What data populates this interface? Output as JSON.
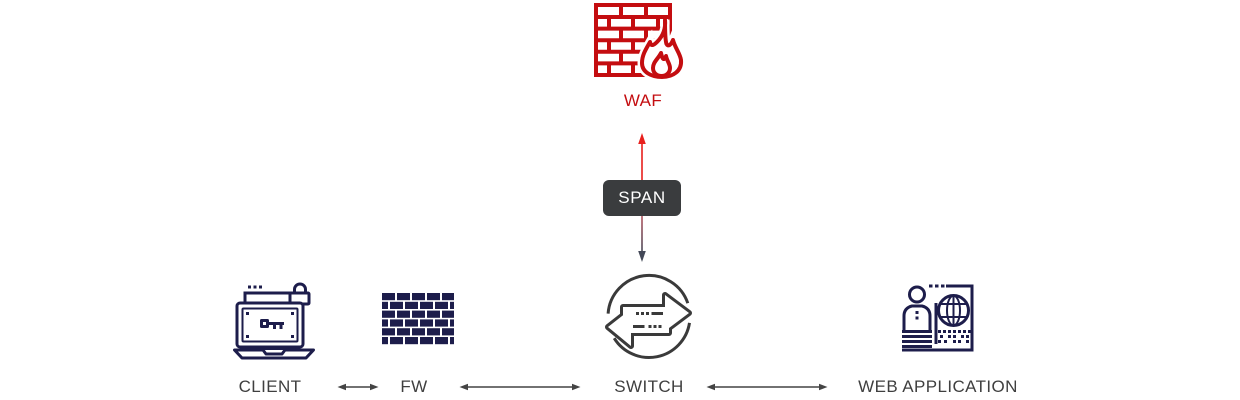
{
  "colors": {
    "background": "#ffffff",
    "red": "#c40d10",
    "red_bright": "#e8201d",
    "navy": "#1d1d4b",
    "charcoal": "#3a3a3a",
    "badge_bg": "#3a3c3e",
    "badge_text": "#ffffff",
    "label_text": "#3f3f3f",
    "arrow": "#444444",
    "down_arrow_dark": "#434857",
    "gradient_top": "#b2555f"
  },
  "waf": {
    "label": "WAF"
  },
  "span_badge": {
    "label": "SPAN"
  },
  "nodes": {
    "client": {
      "label": "CLIENT"
    },
    "fw": {
      "label": "FW"
    },
    "switch": {
      "label": "SWITCH"
    },
    "web_application": {
      "label": "WEB APPLICATION"
    }
  }
}
